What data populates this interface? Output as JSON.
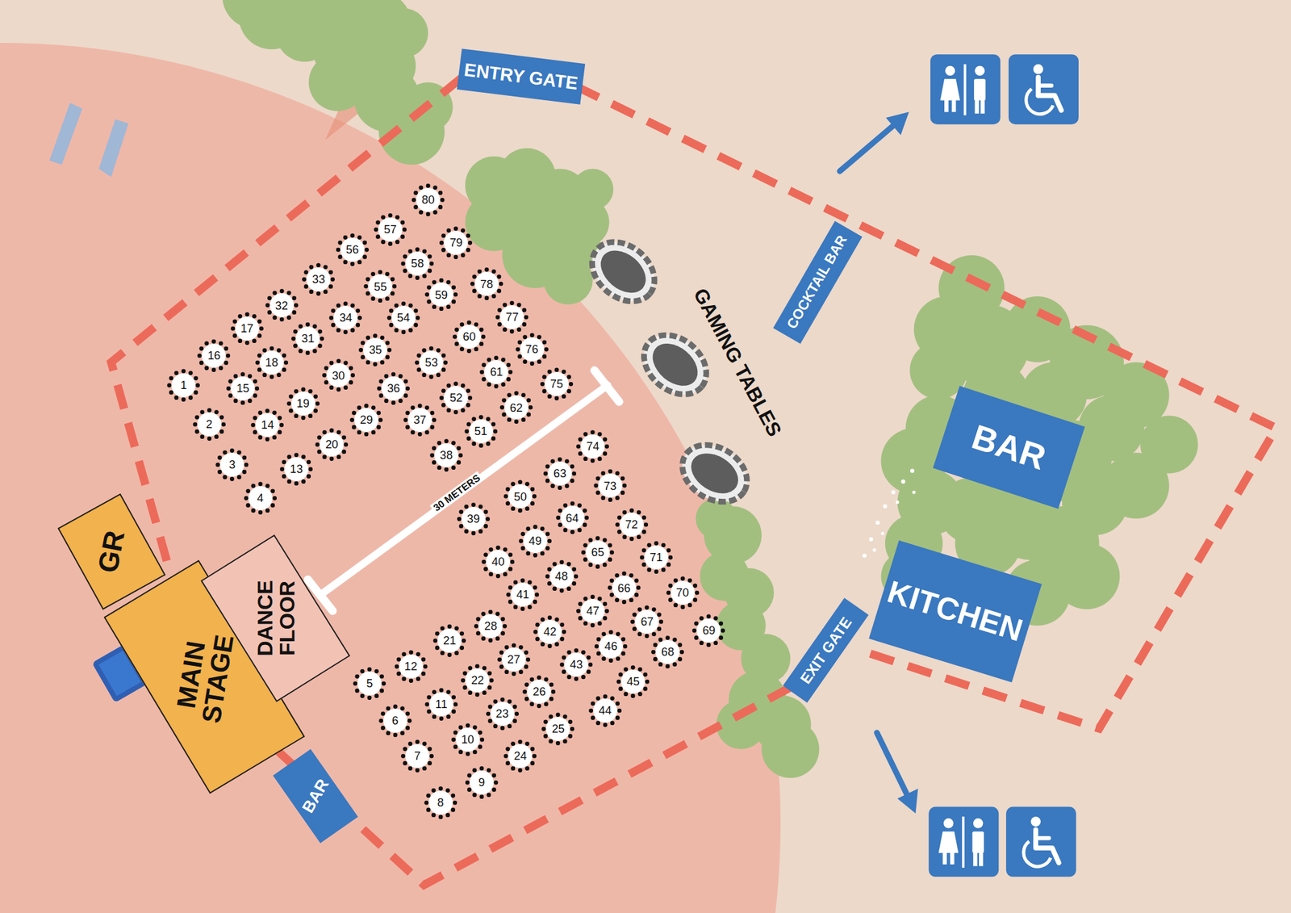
{
  "diagram": {
    "nodes": [
      {
        "text": [
          "ENTRY GATE"
        ]
      },
      {
        "text": [
          "COCKTAIL BAR"
        ]
      },
      {
        "text": [
          "BAR"
        ]
      },
      {
        "text": [
          "KITCHEN"
        ]
      },
      {
        "text": [
          "EXIT GATE"
        ]
      },
      {
        "text": [
          "GR"
        ]
      },
      {
        "text": [
          "MAIN STAGE"
        ]
      },
      {
        "text": [
          "DANCE FLOOR"
        ]
      },
      {
        "text": [
          "BAR"
        ]
      },
      {
        "text": [
          "1"
        ]
      },
      {
        "text": [
          "2"
        ]
      },
      {
        "text": [
          "3"
        ]
      },
      {
        "text": [
          "4"
        ]
      },
      {
        "text": [
          "5"
        ]
      },
      {
        "text": [
          "6"
        ]
      },
      {
        "text": [
          "7"
        ]
      },
      {
        "text": [
          "8"
        ]
      },
      {
        "text": [
          "9"
        ]
      },
      {
        "text": [
          "10"
        ]
      },
      {
        "text": [
          "11"
        ]
      },
      {
        "text": [
          "12"
        ]
      },
      {
        "text": [
          "13"
        ]
      },
      {
        "text": [
          "14"
        ]
      },
      {
        "text": [
          "15"
        ]
      },
      {
        "text": [
          "16"
        ]
      },
      {
        "text": [
          "17"
        ]
      },
      {
        "text": [
          "18"
        ]
      },
      {
        "text": [
          "19"
        ]
      },
      {
        "text": [
          "20"
        ]
      },
      {
        "text": [
          "21"
        ]
      },
      {
        "text": [
          "22"
        ]
      },
      {
        "text": [
          "23"
        ]
      },
      {
        "text": [
          "24"
        ]
      },
      {
        "text": [
          "25"
        ]
      },
      {
        "text": [
          "26"
        ]
      },
      {
        "text": [
          "27"
        ]
      },
      {
        "text": [
          "28"
        ]
      },
      {
        "text": [
          "29"
        ]
      },
      {
        "text": [
          "30"
        ]
      },
      {
        "text": [
          "31"
        ]
      },
      {
        "text": [
          "32"
        ]
      },
      {
        "text": [
          "33"
        ]
      },
      {
        "text": [
          "34"
        ]
      },
      {
        "text": [
          "35"
        ]
      },
      {
        "text": [
          "36"
        ]
      },
      {
        "text": [
          "37"
        ]
      },
      {
        "text": [
          "38"
        ]
      },
      {
        "text": [
          "39"
        ]
      },
      {
        "text": [
          "40"
        ]
      },
      {
        "text": [
          "41"
        ]
      },
      {
        "text": [
          "42"
        ]
      },
      {
        "text": [
          "43"
        ]
      },
      {
        "text": [
          "44"
        ]
      },
      {
        "text": [
          "45"
        ]
      },
      {
        "text": [
          "46"
        ]
      },
      {
        "text": [
          "47"
        ]
      },
      {
        "text": [
          "48"
        ]
      },
      {
        "text": [
          "49"
        ]
      },
      {
        "text": [
          "50"
        ]
      },
      {
        "text": [
          "51"
        ]
      },
      {
        "text": [
          "52"
        ]
      },
      {
        "text": [
          "53"
        ]
      },
      {
        "text": [
          "54"
        ]
      },
      {
        "text": [
          "55"
        ]
      },
      {
        "text": [
          "56"
        ]
      },
      {
        "text": [
          "57"
        ]
      },
      {
        "text": [
          "58"
        ]
      },
      {
        "text": [
          "59"
        ]
      },
      {
        "text": [
          "60"
        ]
      },
      {
        "text": [
          "61"
        ]
      },
      {
        "text": [
          "62"
        ]
      },
      {
        "text": [
          "63"
        ]
      },
      {
        "text": [
          "64"
        ]
      },
      {
        "text": [
          "65"
        ]
      },
      {
        "text": [
          "66"
        ]
      },
      {
        "text": [
          "67"
        ]
      },
      {
        "text": [
          "68"
        ]
      },
      {
        "text": [
          "69"
        ]
      },
      {
        "text": [
          "70"
        ]
      },
      {
        "text": [
          "71"
        ]
      },
      {
        "text": [
          "72"
        ]
      },
      {
        "text": [
          "73"
        ]
      },
      {
        "text": [
          "74"
        ]
      },
      {
        "text": [
          "75"
        ]
      },
      {
        "text": [
          "76"
        ]
      },
      {
        "text": [
          "77"
        ]
      },
      {
        "text": [
          "78"
        ]
      },
      {
        "text": [
          "79"
        ]
      },
      {
        "text": [
          "80"
        ]
      }
    ],
    "labels": [
      "GAMING TABLES",
      "30 METERS"
    ]
  }
}
